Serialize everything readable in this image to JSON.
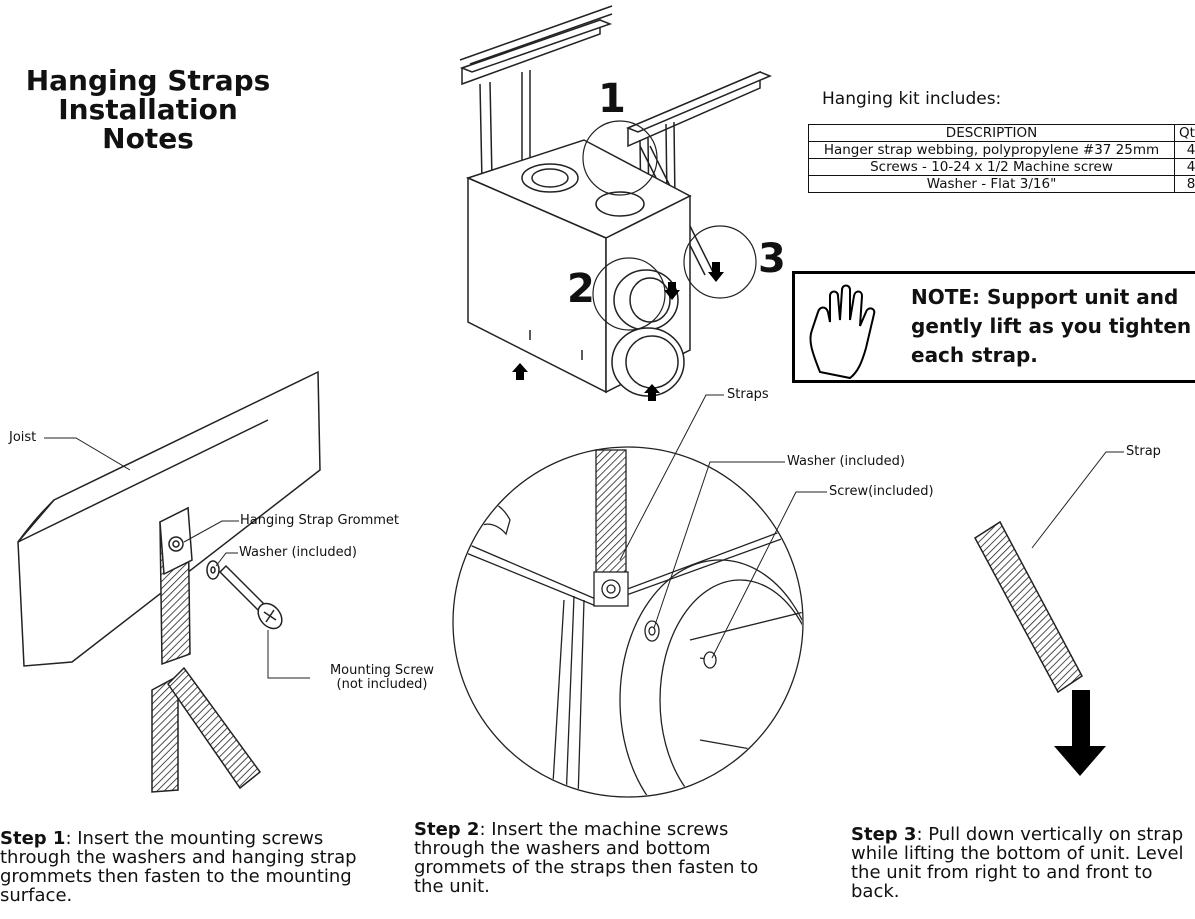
{
  "title": [
    "Hanging Straps",
    "Installation",
    "Notes"
  ],
  "kit": {
    "heading": "Hanging kit includes:",
    "columns": [
      "DESCRIPTION",
      "Qty"
    ],
    "rows": [
      {
        "desc": "Hanger strap webbing, polypropylene #37 25mm",
        "qty": "4"
      },
      {
        "desc": "Screws - 10-24 x 1/2 Machine screw",
        "qty": "4"
      },
      {
        "desc": "Washer - Flat 3/16\"",
        "qty": "8"
      }
    ]
  },
  "note": {
    "text": "NOTE: Support unit and gently lift as you tighten each strap.",
    "icon": "raised-hand-icon"
  },
  "callouts": {
    "one": "1",
    "two": "2",
    "three": "3"
  },
  "labels": {
    "joist": "Joist",
    "grommet": "Hanging Strap Grommet",
    "washer_left": "Washer (included)",
    "mounting_screw": "Mounting Screw",
    "mounting_screw_note": "(not included)",
    "straps": "Straps",
    "washer_mid": "Washer (included)",
    "screw_mid": "Screw(included)",
    "strap_right": "Strap"
  },
  "steps": {
    "step1_label": "Step 1",
    "step1_text": ": Insert the mounting screws through the washers and hanging strap grommets then fasten to the mounting surface.",
    "step2_label": "Step 2",
    "step2_text": ": Insert the machine screws through the washers and bottom grommets of the straps then fasten to the unit.",
    "step3_label": "Step 3",
    "step3_text": ": Pull down vertically on strap while lifting the bottom of unit. Level the unit from right to and front to back."
  }
}
